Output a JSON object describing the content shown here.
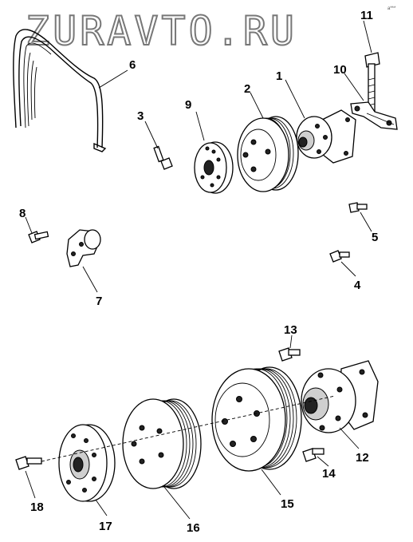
{
  "watermark": "ZURAVTO.RU",
  "corner_mark": "a***",
  "callouts": {
    "c1": "1",
    "c2": "2",
    "c3": "3",
    "c4": "4",
    "c5": "5",
    "c6": "6",
    "c7": "7",
    "c8": "8",
    "c9": "9",
    "c10": "10",
    "c11": "11",
    "c12": "12",
    "c13": "13",
    "c14": "14",
    "c15": "15",
    "c16": "16",
    "c17": "17",
    "c18": "18"
  }
}
